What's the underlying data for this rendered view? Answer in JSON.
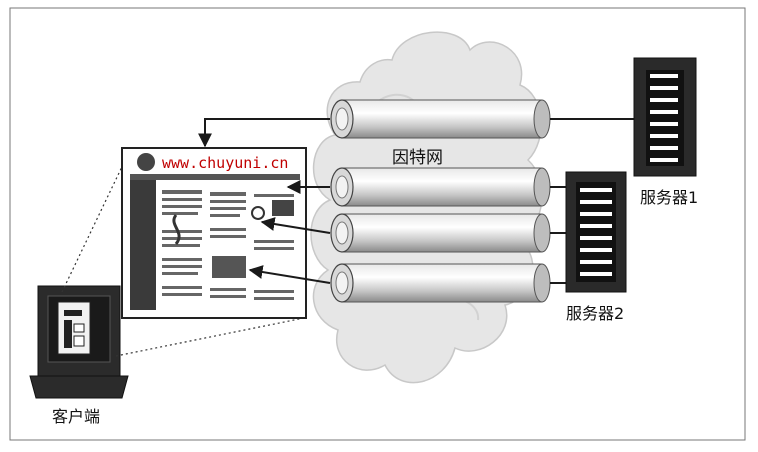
{
  "labels": {
    "cloud": "因特网",
    "server1": "服务器1",
    "server2": "服务器2",
    "client": "客户端",
    "watermark": "www.chuyuni.cn"
  },
  "colors": {
    "stroke": "#1a1a1a",
    "watermark": "#c00000",
    "cloud": "#e4e4e4",
    "pipe": "#cfcfcf"
  },
  "icons": [
    "cloud-icon",
    "pipe-icon",
    "server-icon",
    "computer-icon",
    "browser-page-icon",
    "arrow-icon"
  ]
}
